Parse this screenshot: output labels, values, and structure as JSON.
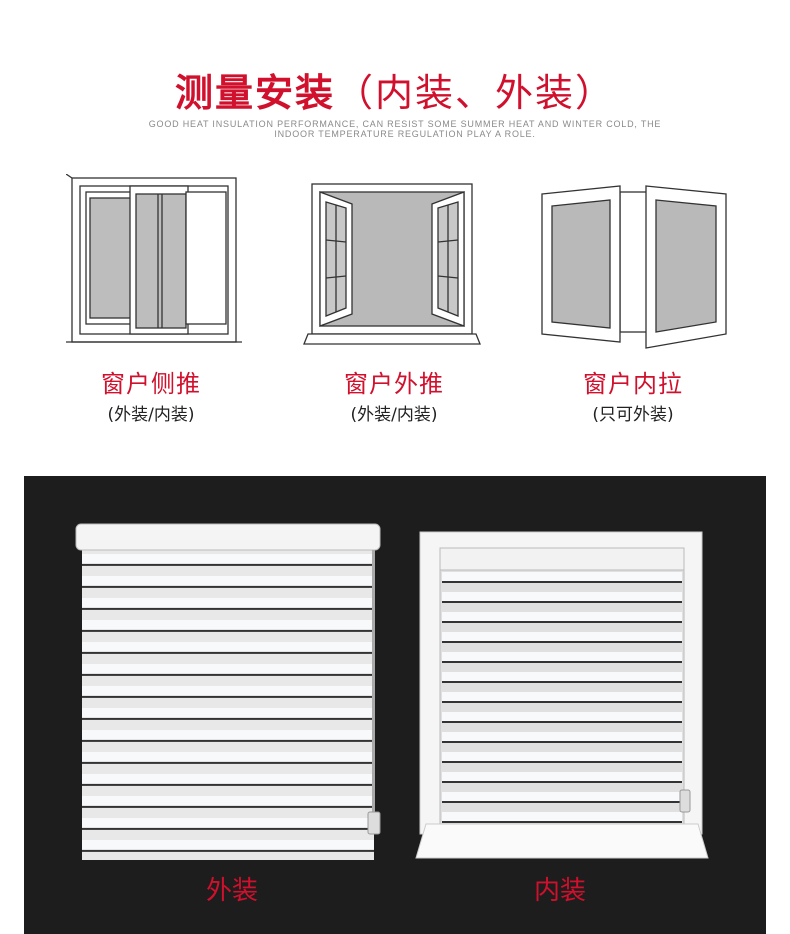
{
  "header": {
    "title_bold": "测量安装",
    "title_light": "（内装、外装）",
    "subtitle_line1": "GOOD HEAT INSULATION PERFORMANCE, CAN RESIST SOME SUMMER HEAT AND WINTER COLD, THE",
    "subtitle_line2": "INDOOR TEMPERATURE REGULATION PLAY A ROLE."
  },
  "windows": [
    {
      "label": "窗户侧推",
      "note": "(外装/内装)",
      "icon": "sliding-window-icon"
    },
    {
      "label": "窗户外推",
      "note": "(外装/内装)",
      "icon": "outward-casement-window-icon"
    },
    {
      "label": "窗户内拉",
      "note": "(只可外装)",
      "icon": "inward-casement-window-icon"
    }
  ],
  "photos": [
    {
      "caption": "外装",
      "icon": "outside-mount-blind-image"
    },
    {
      "caption": "内装",
      "icon": "inside-mount-blind-image"
    }
  ],
  "colors": {
    "accent": "#d0102c",
    "dark_panel": "#1d1d1d"
  }
}
